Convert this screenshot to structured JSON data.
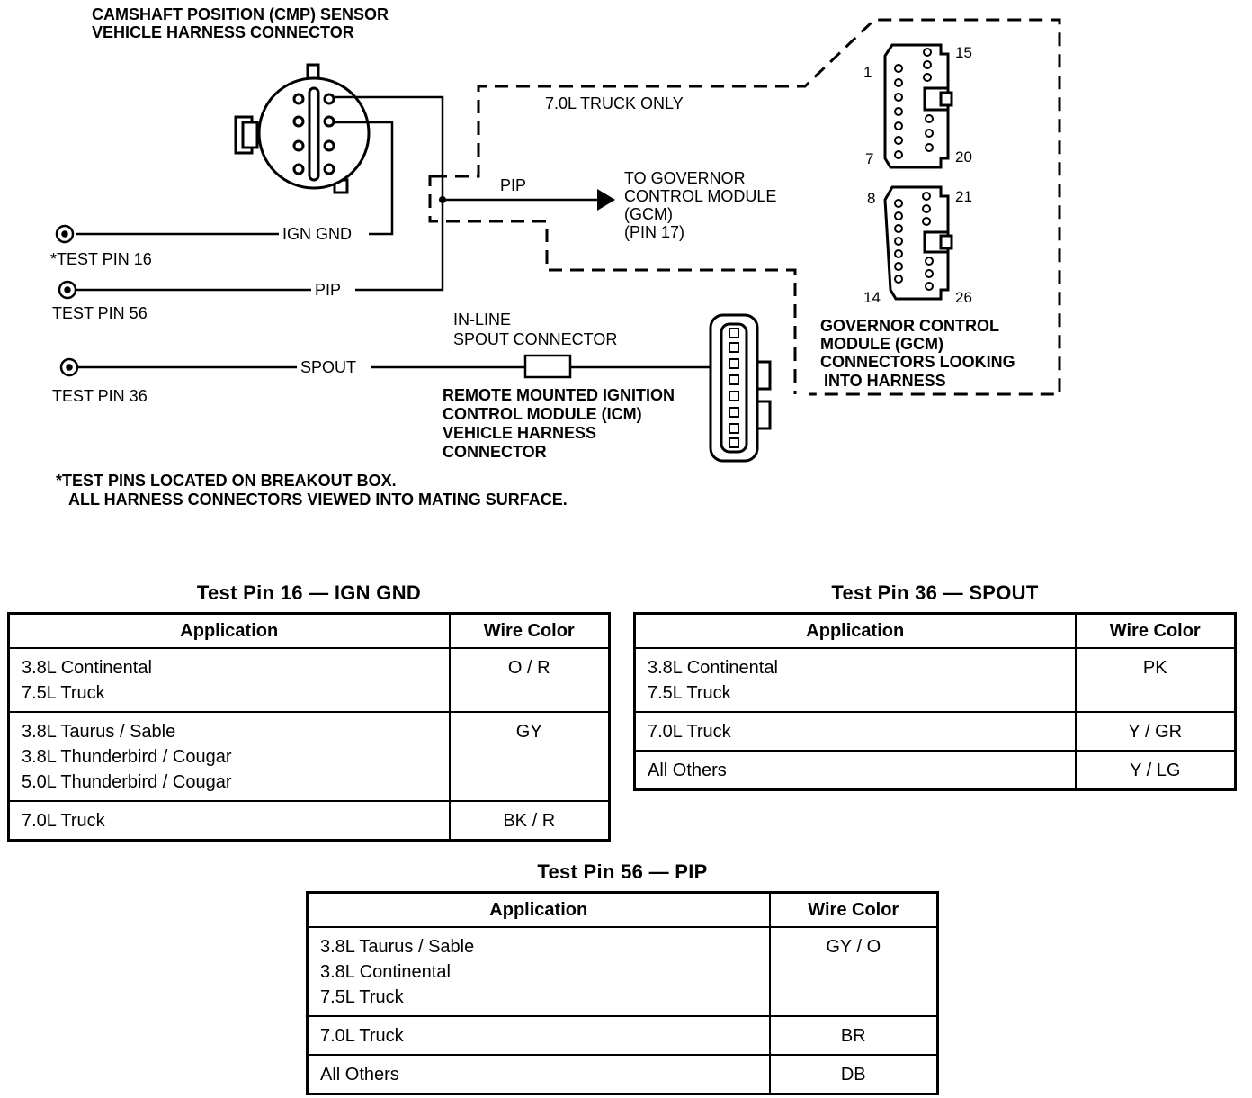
{
  "diagram": {
    "cmp_title": [
      "CAMSHAFT POSITION (CMP) SENSOR",
      "VEHICLE HARNESS CONNECTOR"
    ],
    "truck_only": "7.0L TRUCK ONLY",
    "pip_arrow_label": "PIP",
    "gcm_target": [
      "TO GOVERNOR",
      "CONTROL MODULE",
      "(GCM)",
      "(PIN 17)"
    ],
    "ign_gnd_label": "IGN GND",
    "pip_label": "PIP",
    "spout_label": "SPOUT",
    "test_pin_16": "*TEST PIN 16",
    "test_pin_56": "TEST PIN 56",
    "test_pin_36": "TEST PIN 36",
    "inline_connector": [
      "IN-LINE",
      "SPOUT CONNECTOR"
    ],
    "icm_connector": [
      "REMOTE MOUNTED IGNITION",
      "CONTROL MODULE (ICM)",
      "VEHICLE HARNESS",
      "CONNECTOR"
    ],
    "gcm_connectors": [
      "GOVERNOR CONTROL",
      "MODULE (GCM)",
      "CONNECTORS LOOKING",
      "INTO HARNESS"
    ],
    "gcm_pin_numbers": {
      "p1": "1",
      "p7": "7",
      "p15": "15",
      "p20": "20",
      "p8": "8",
      "p14": "14",
      "p21": "21",
      "p26": "26"
    },
    "footnote": [
      "*TEST PINS LOCATED ON BREAKOUT BOX.",
      "ALL HARNESS CONNECTORS VIEWED INTO MATING SURFACE."
    ]
  },
  "tables": {
    "pin16": {
      "title": "Test Pin 16 — IGN GND",
      "header": {
        "application": "Application",
        "wire_color": "Wire Color"
      },
      "rows": [
        {
          "application": [
            "3.8L Continental",
            "7.5L Truck"
          ],
          "wire_color": "O / R"
        },
        {
          "application": [
            "3.8L Taurus / Sable",
            "3.8L Thunderbird / Cougar",
            "5.0L Thunderbird / Cougar"
          ],
          "wire_color": "GY"
        },
        {
          "application": [
            "7.0L Truck"
          ],
          "wire_color": "BK / R"
        }
      ]
    },
    "pin36": {
      "title": "Test Pin 36 — SPOUT",
      "header": {
        "application": "Application",
        "wire_color": "Wire Color"
      },
      "rows": [
        {
          "application": [
            "3.8L Continental",
            "7.5L Truck"
          ],
          "wire_color": "PK"
        },
        {
          "application": [
            "7.0L Truck"
          ],
          "wire_color": "Y / GR"
        },
        {
          "application": [
            "All Others"
          ],
          "wire_color": "Y / LG"
        }
      ]
    },
    "pin56": {
      "title": "Test Pin 56 — PIP",
      "header": {
        "application": "Application",
        "wire_color": "Wire Color"
      },
      "rows": [
        {
          "application": [
            "3.8L Taurus / Sable",
            "3.8L Continental",
            "7.5L Truck"
          ],
          "wire_color": "GY / O"
        },
        {
          "application": [
            "7.0L Truck"
          ],
          "wire_color": "BR"
        },
        {
          "application": [
            "All Others"
          ],
          "wire_color": "DB"
        }
      ]
    }
  }
}
